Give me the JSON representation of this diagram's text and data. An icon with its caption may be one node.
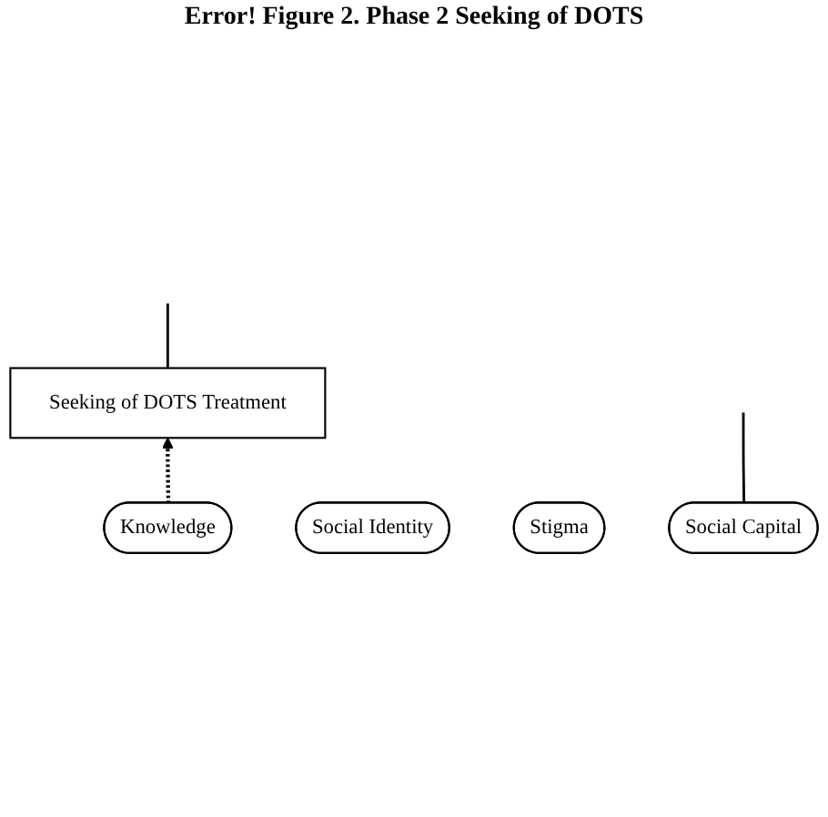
{
  "diagram": {
    "title": "Error! Figure 2. Phase 2 Seeking of DOTS",
    "nodes": [
      {
        "text": [
          "Seeking of DOTS Treatment"
        ]
      },
      {
        "text": [
          "Knowledge"
        ]
      },
      {
        "text": [
          "Social Identity"
        ]
      },
      {
        "text": [
          "Stigma"
        ]
      },
      {
        "text": [
          "Social Capital"
        ]
      }
    ],
    "edges": [
      {
        "from": 1,
        "to": 0,
        "arrow": "to",
        "style": "dashed"
      },
      {
        "from": 0,
        "to": null,
        "arrow": "none"
      },
      {
        "from": 4,
        "to": null,
        "arrow": "none"
      }
    ]
  }
}
